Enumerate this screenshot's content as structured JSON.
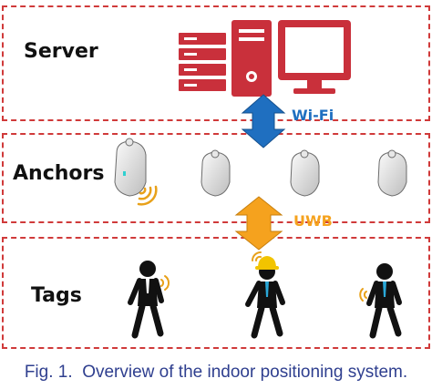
{
  "layers": {
    "server": "Server",
    "anchors": "Anchors",
    "tags": "Tags"
  },
  "links": {
    "server_anchor": "Wi-Fi",
    "anchor_tag": "UWB"
  },
  "caption": {
    "number": "Fig. 1.",
    "text": "Overview of the indoor positioning system."
  },
  "colors": {
    "dashed_border": "#d03a3a",
    "server_red": "#c9303b",
    "wifi_arrow": "#1f6fc0",
    "uwb_arrow": "#f5a21e",
    "signal": "#e8a11a",
    "helmet": "#f2c400",
    "tie": "#2aa8d8",
    "caption": "#2f3f8f"
  },
  "icons": [
    "server-rack-icon",
    "desktop-tower-icon",
    "monitor-icon",
    "uwb-anchor-icon",
    "walking-person-icon",
    "hard-hat-icon",
    "signal-waves-icon"
  ]
}
